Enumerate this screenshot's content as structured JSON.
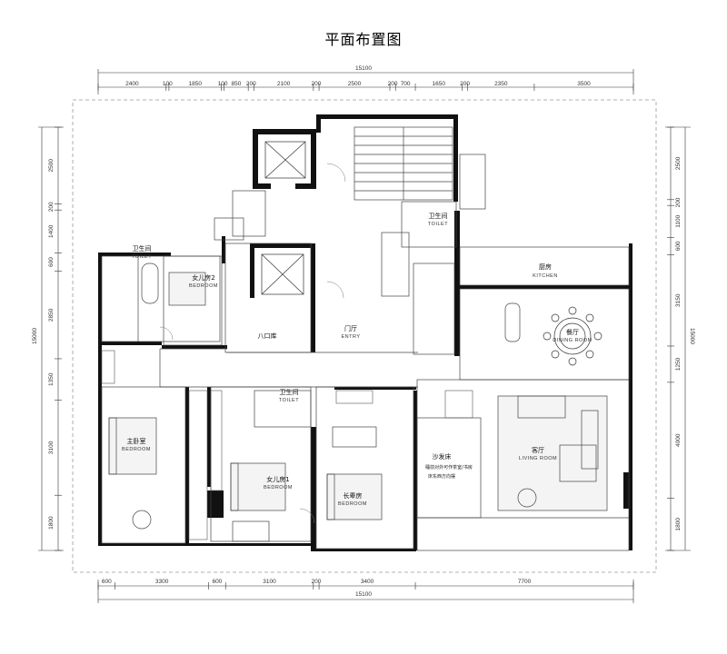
{
  "title": "平面布置图",
  "dimensions": {
    "top_total": "15100",
    "bottom_total": "15100",
    "left_total": "15000",
    "right_total": "15000",
    "top_segments": [
      "2400",
      "100",
      "1850",
      "100",
      "850",
      "200",
      "2100",
      "200",
      "2500",
      "200",
      "700",
      "1650",
      "200",
      "2350",
      "3500"
    ],
    "bottom_segments": [
      "600",
      "3300",
      "600",
      "3100",
      "200",
      "3400",
      "7700"
    ],
    "left_segments": [
      "2500",
      "200",
      "1400",
      "600",
      "2850",
      "1350",
      "3100",
      "1800"
    ],
    "right_segments": [
      "2500",
      "200",
      "1100",
      "600",
      "3150",
      "1250",
      "4000",
      "1800"
    ]
  },
  "rooms": {
    "toilet_nw_cn": "卫生间",
    "toilet_nw_en": "TOILET",
    "daughter2_cn": "女儿房2",
    "daughter2_en": "BEDROOM",
    "bagua_cn": "八口库",
    "foyer_cn": "门厅",
    "foyer_en": "ENTRY",
    "toilet_core_cn": "卫生间",
    "toilet_core_en": "TOILET",
    "kitchen_cn": "厨房",
    "kitchen_en": "KITCHEN",
    "dining_cn": "餐厅",
    "dining_en": "DINING ROOM",
    "master_cn": "主卧室",
    "master_en": "BEDROOM",
    "toilet_mid_cn": "卫生间",
    "toilet_mid_en": "TOILET",
    "daughter1_cn": "女儿房1",
    "daughter1_en": "BEDROOM",
    "elder_cn": "长辈房",
    "elder_en": "BEDROOM",
    "sofabed_cn": "沙发床",
    "sofabed_note1": "睡前对外可作茶室/书房",
    "sofabed_note2": "床东西方向摆",
    "living_cn": "客厅",
    "living_en": "LIVING ROOM"
  }
}
